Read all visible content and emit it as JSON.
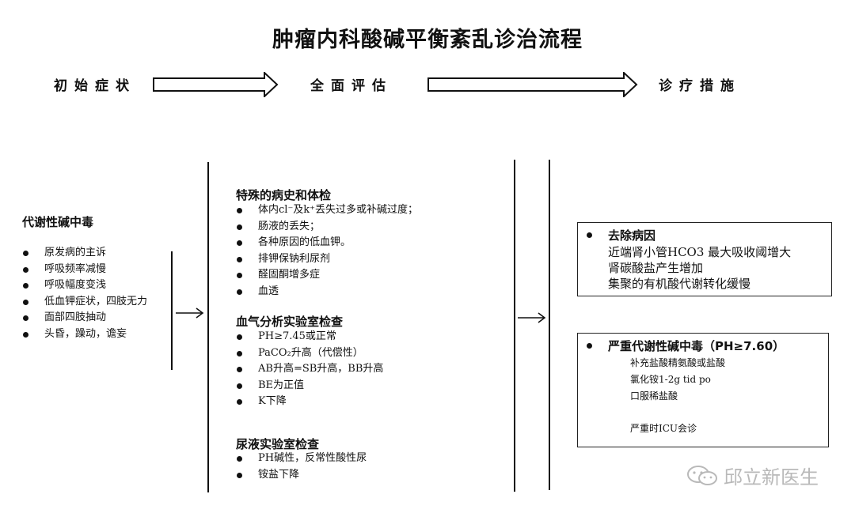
{
  "title": "肿瘤内科酸碱平衡紊乱诊治流程",
  "stages": {
    "initial": "初始症状",
    "assessment": "全面评估",
    "treatment": "诊疗措施"
  },
  "symptoms": {
    "title": "代谢性碱中毒",
    "items": [
      "原发病的主诉",
      "呼吸频率减慢",
      "呼吸幅度变浅",
      "低血钾症状，四肢无力",
      "面部四肢抽动",
      "头昏，躁动，谵妄"
    ]
  },
  "assessment": {
    "history": {
      "title": "特殊的病史和体检",
      "items": [
        "体内cl⁻及k⁺丢失过多或补碱过度；",
        "肠液的丢失；",
        "各种原因的低血钾。",
        "排钾保钠利尿剂",
        "醛固酮增多症",
        "血透"
      ]
    },
    "blood_gas": {
      "title": "血气分析实验室检查",
      "items": [
        "PH≥7.45或正常",
        "PaCO₂升高（代偿性）",
        "AB升高=SB升高，BB升高",
        "BE为正值",
        "K下降"
      ]
    },
    "urine": {
      "title": "尿液实验室检查",
      "items": [
        "PH碱性，反常性酸性尿",
        "铵盐下降"
      ]
    }
  },
  "treatment": {
    "remove_cause": {
      "title": "去除病因",
      "lines": [
        "近端肾小管HCO3  最大吸收阈增大",
        "肾碳酸盐产生增加",
        "集聚的有机酸代谢转化缓慢"
      ]
    },
    "severe": {
      "title": "严重代谢性碱中毒（PH≥7.60）",
      "lines": [
        "补充盐酸精氨酸或盐酸",
        "氯化铵1-2g tid po",
        "口服稀盐酸",
        "严重时ICU会诊"
      ]
    }
  },
  "watermark": "邱立新医生"
}
